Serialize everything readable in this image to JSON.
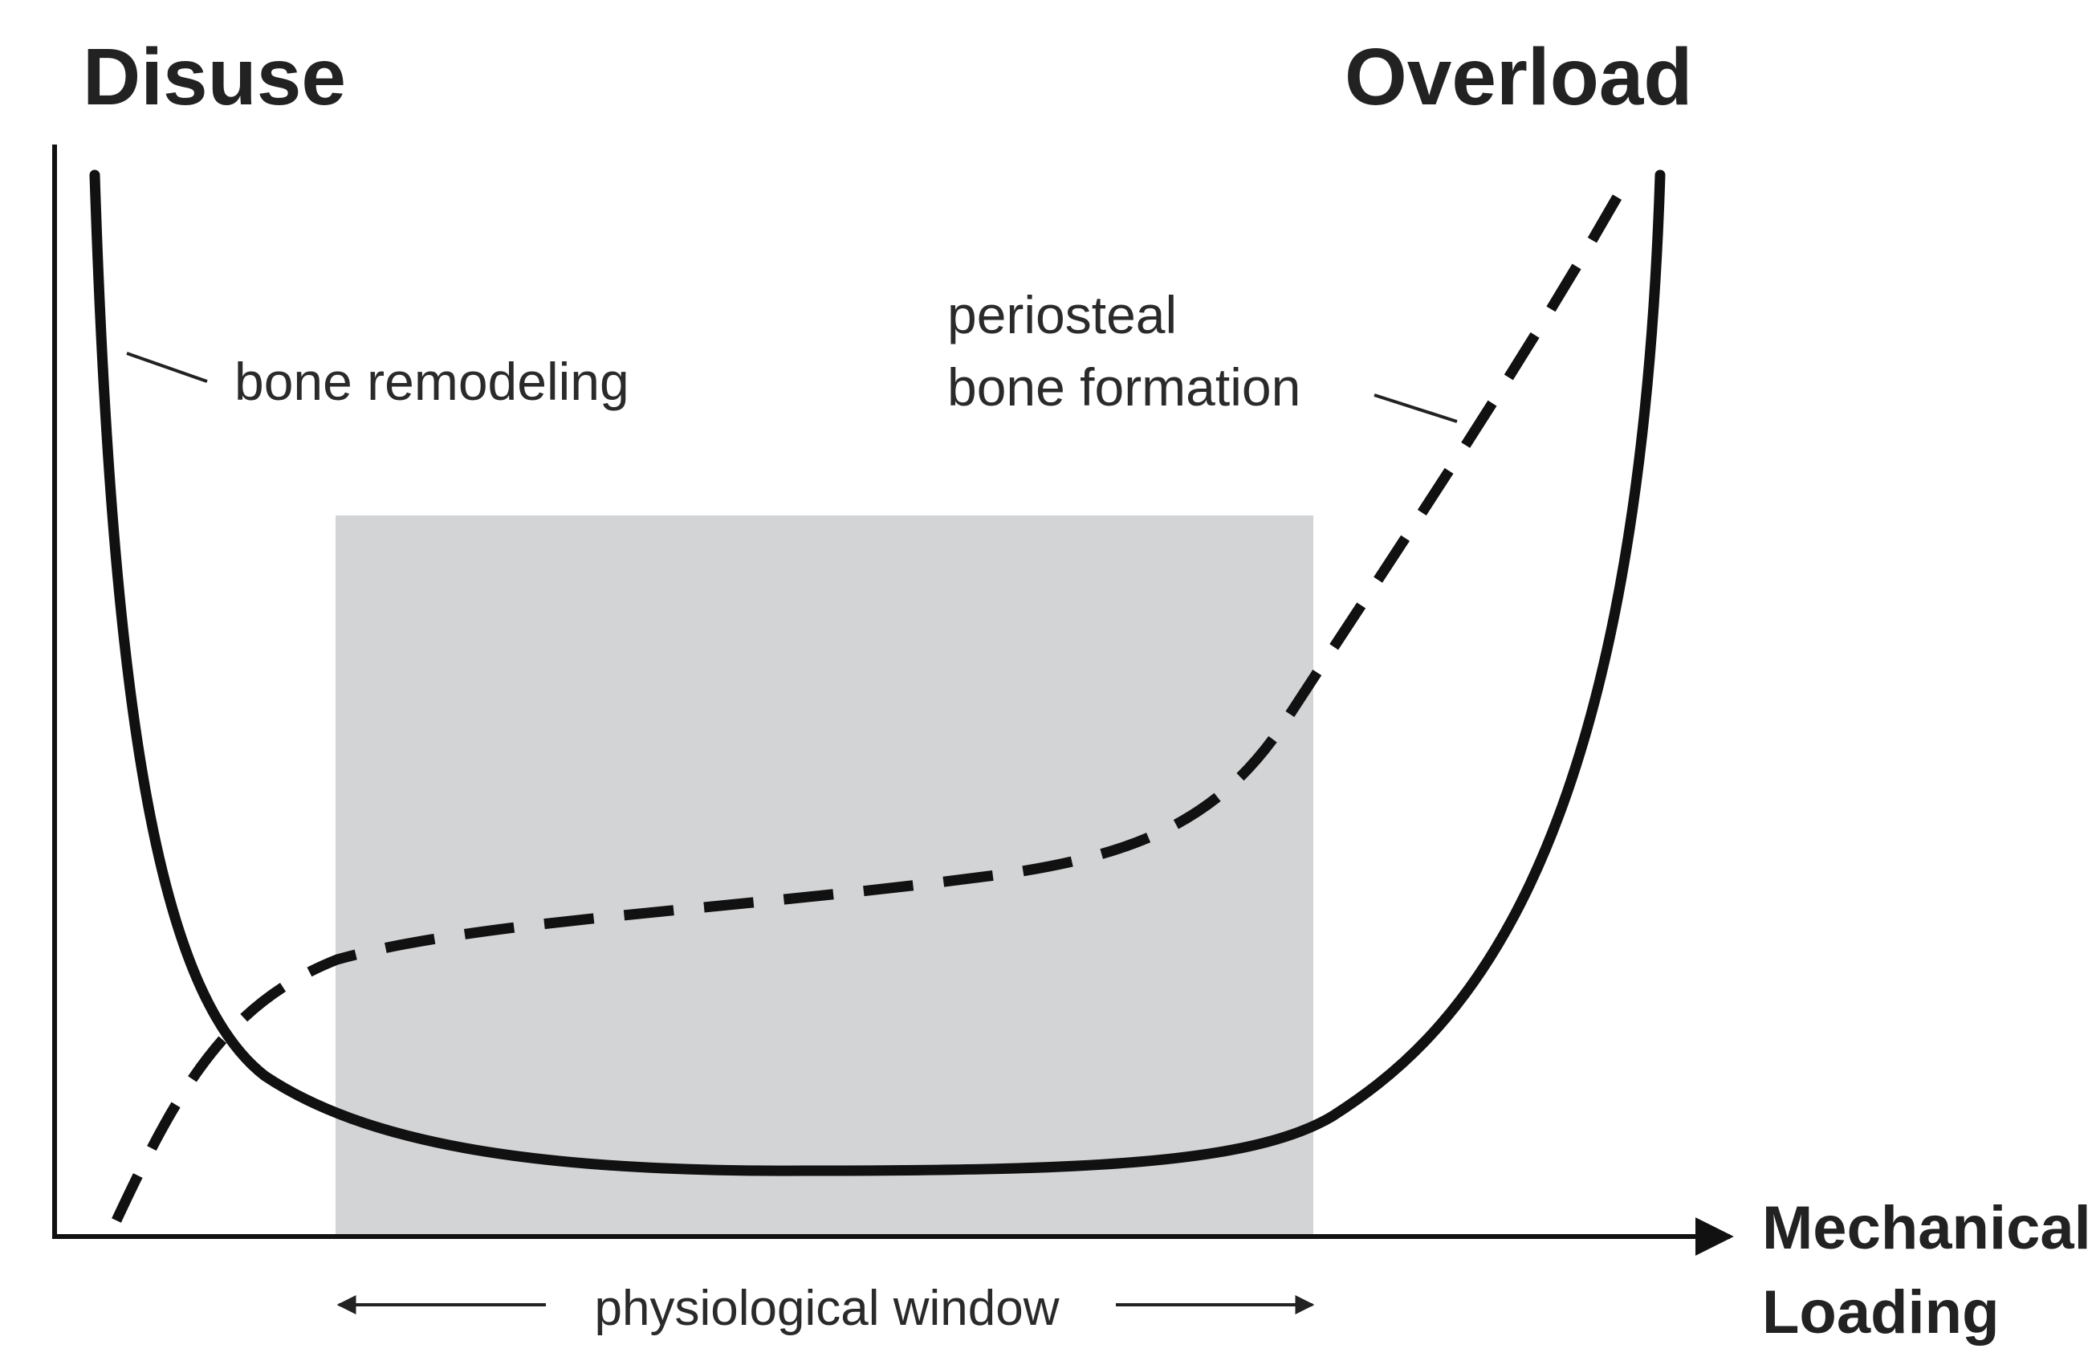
{
  "labels": {
    "disuse": "Disuse",
    "overload": "Overload",
    "bone_remodeling": "bone remodeling",
    "periosteal_line1": "periosteal",
    "periosteal_line2": "bone formation",
    "axis_line1": "Mechanical",
    "axis_line2": "Loading",
    "window": "physiological window"
  },
  "colors": {
    "curve": "#111111",
    "window_fill": "#d3d4d6",
    "axis": "#111111",
    "text": "#222222"
  }
}
